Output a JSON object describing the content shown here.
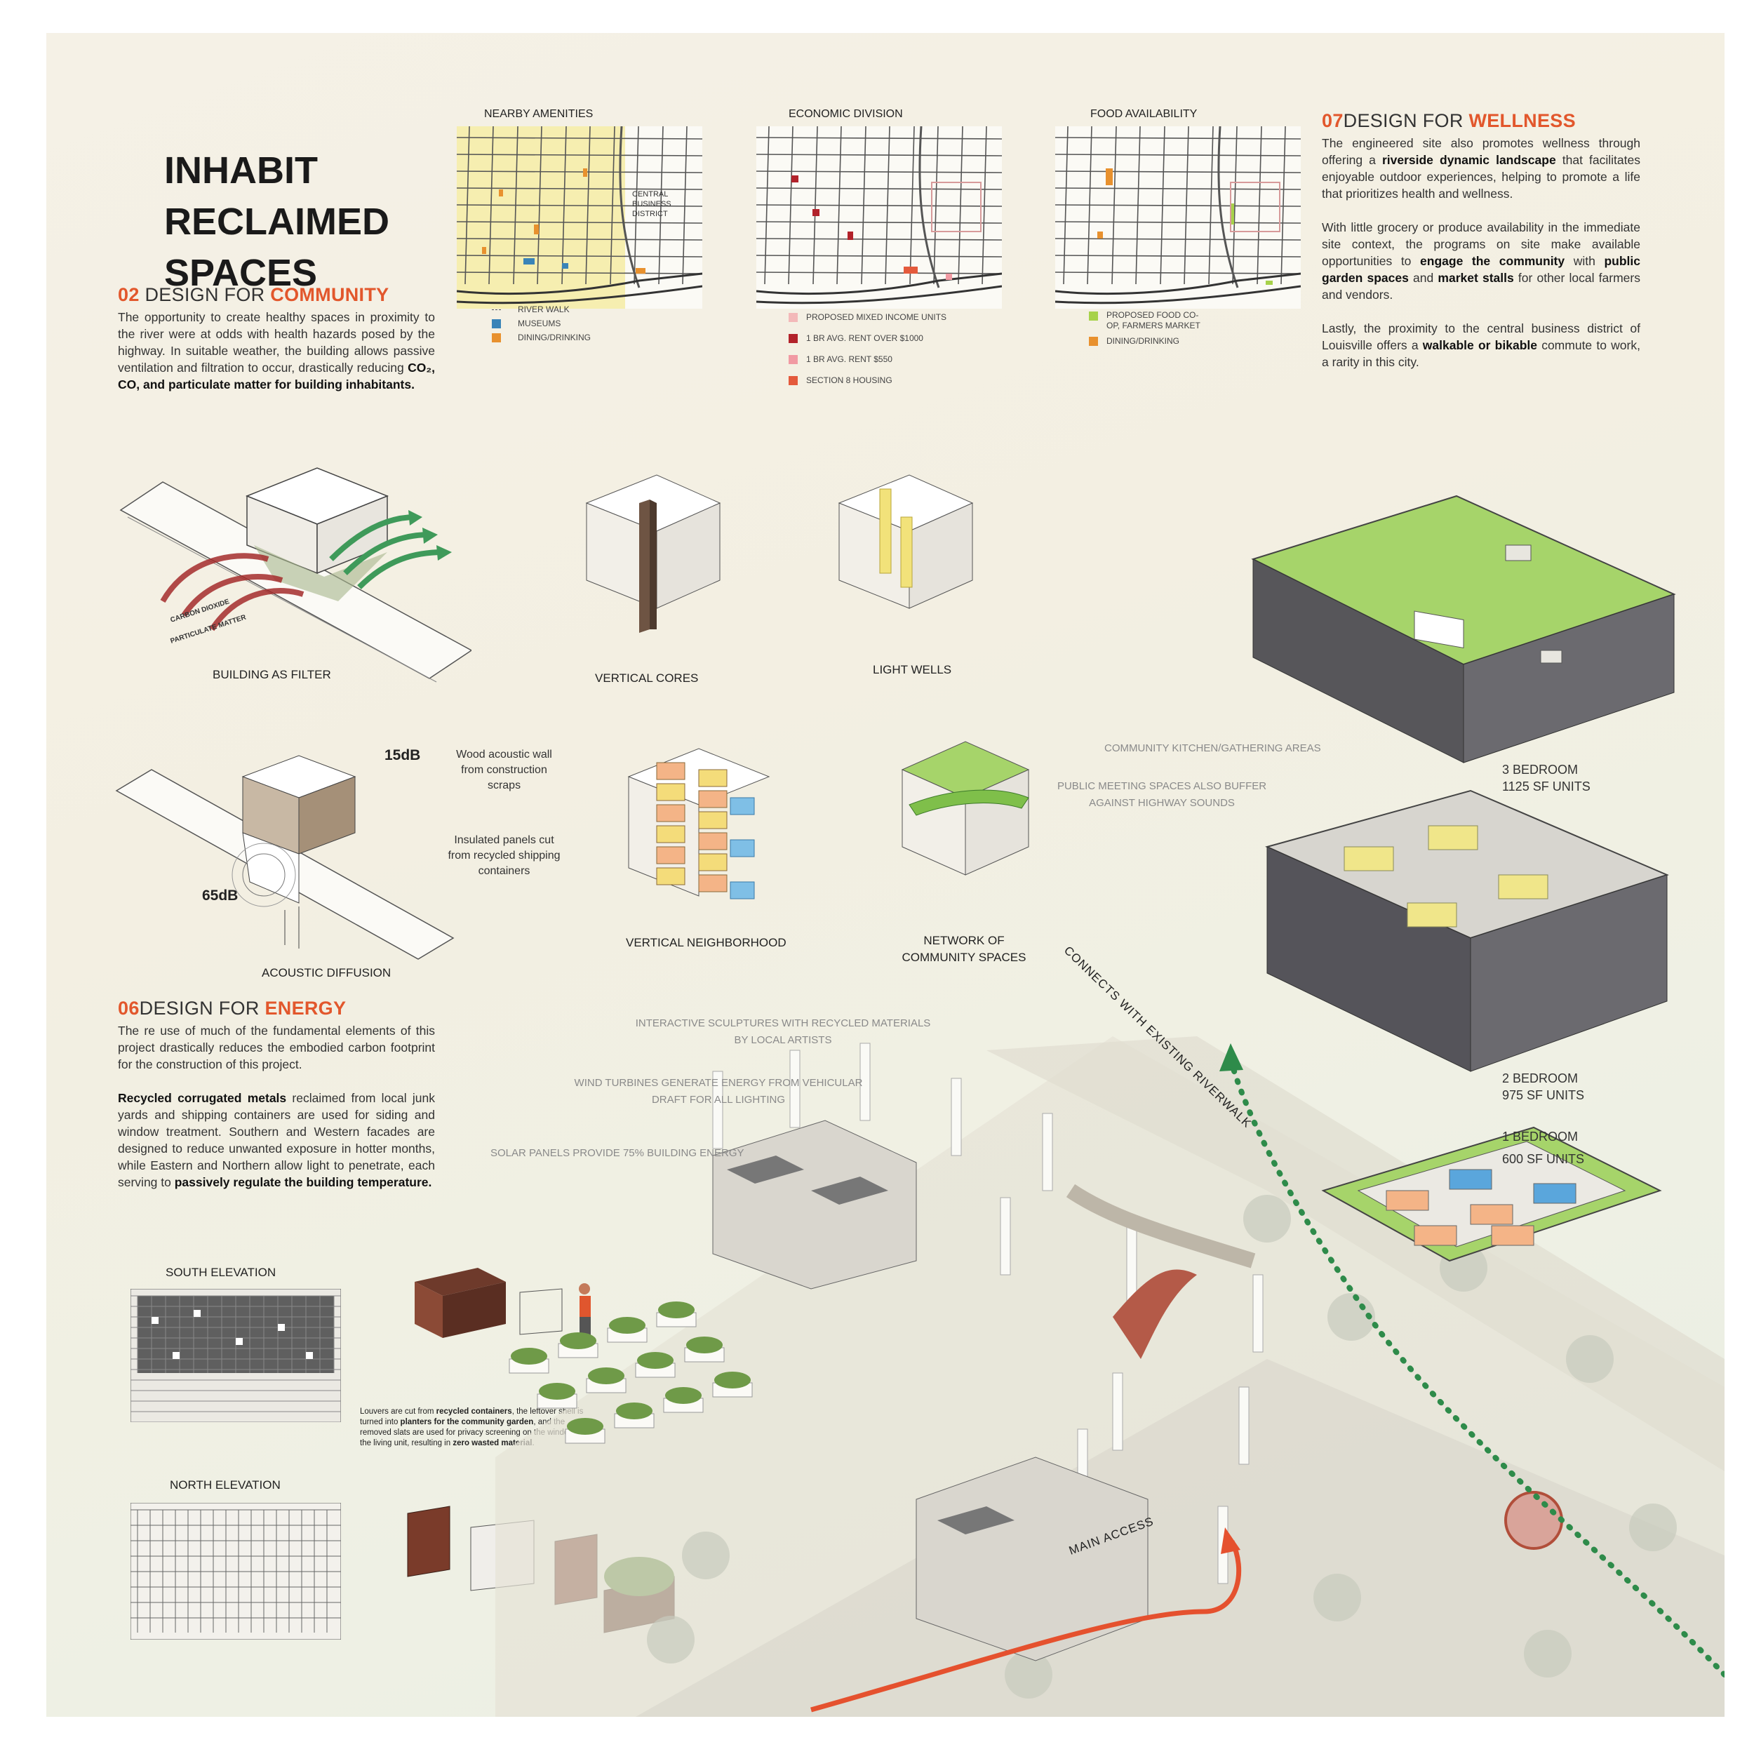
{
  "title": [
    "INHABIT",
    "RECLAIMED",
    "SPACES"
  ],
  "community": {
    "num": "02",
    "prefix": " DESIGN FOR ",
    "kw": "COMMUNITY",
    "body": "The opportunity to create healthy spaces in proximity to the river were at odds with health hazards posed by the highway. In suitable weather, the building allows passive ventilation and filtration to occur, drastically reducing ",
    "body_bold": "CO₂, CO, and particulate matter for building inhabitants."
  },
  "maps": [
    {
      "label": "NEARBY AMENITIES",
      "legend": [
        {
          "text": "RIVER WALK",
          "color": ""
        },
        {
          "text": "MUSEUMS",
          "color": "#3a84b8"
        },
        {
          "text": "DINING/DRINKING",
          "color": "#e8912e"
        }
      ],
      "inset": "CENTRAL BUSINESS DISTRICT"
    },
    {
      "label": "ECONOMIC DIVISION",
      "legend": [
        {
          "text": "PROPOSED MIXED INCOME UNITS",
          "color": "#f3b9b9"
        },
        {
          "text": "1 BR AVG. RENT OVER $1000",
          "color": "#b2222a"
        },
        {
          "text": "1 BR AVG. RENT $550",
          "color": "#f19aa3"
        },
        {
          "text": "SECTION 8 HOUSING",
          "color": "#e45a3c"
        }
      ]
    },
    {
      "label": "FOOD AVAILABILITY",
      "legend": [
        {
          "text": "PROPOSED FOOD CO-OP, FARMERS MARKET",
          "color": "#a7d24a"
        },
        {
          "text": "DINING/DRINKING",
          "color": "#e8912e"
        }
      ]
    }
  ],
  "wellness": {
    "num": "07",
    "prefix": "DESIGN FOR ",
    "kw": "WELLNESS",
    "p1a": "The engineered site also promotes wellness through offering a ",
    "p1b": "riverside dynamic landscape",
    "p1c": " that facilitates enjoyable outdoor experiences, helping to promote a life that prioritizes health and wellness.",
    "p2a": "With little grocery or produce availability in the immediate site context, the programs on site make available opportunities to ",
    "p2b": "engage the community",
    "p2c": " with ",
    "p2d": "public garden spaces",
    "p2e": " and ",
    "p2f": "market stalls",
    "p2g": " for other local farmers and vendors.",
    "p3a": "Lastly, the proximity to the central business district of Louisville offers a ",
    "p3b": "walkable or bikable",
    "p3c": " commute to work, a rarity in this city."
  },
  "diagrams": {
    "filter": "BUILDING AS FILTER",
    "filter_tags": [
      "CARBON DIOXIDE",
      "PARTICULATE MATTER"
    ],
    "cores": "VERTICAL CORES",
    "wells": "LIGHT WELLS",
    "acoustic": "ACOUSTIC DIFFUSION",
    "db_high": "15dB",
    "db_low": "65dB",
    "wood_note": "Wood acoustic wall from construction scraps",
    "panel_note": "Insulated panels cut from recycled shipping containers",
    "neighborhood": "VERTICAL NEIGHBORHOOD",
    "network": "NETWORK OF COMMUNITY SPACES"
  },
  "energy": {
    "num": "06",
    "prefix": "DESIGN FOR ",
    "kw": "ENERGY",
    "p1": "The re use of much of the fundamental elements of this project drastically reduces the embodied carbon footprint for the construction of this project.",
    "p2a": "Recycled corrugated metals",
    "p2b": " reclaimed from local junk yards and shipping containers are used for siding and window treatment. Southern and Western facades are designed to reduce unwanted exposure in hotter months, while Eastern and Northern allow light to penetrate, each serving to ",
    "p2c": "passively regulate the building temperature."
  },
  "elevations": {
    "south": "SOUTH ELEVATION",
    "north": "NORTH ELEVATION"
  },
  "louvers": {
    "a": "Louvers are cut from ",
    "b": "recycled containers",
    "c": ", the leftover shell is turned into ",
    "d": "planters for the community garden",
    "e": ", and the removed slats are used for privacy screening on the windows of the living unit, resulting in ",
    "f": "zero wasted material",
    "g": "."
  },
  "site_notes": {
    "kitchen": "COMMUNITY KITCHEN/GATHERING AREAS",
    "meeting": "PUBLIC MEETING SPACES ALSO BUFFER AGAINST HIGHWAY SOUNDS",
    "sculptures": "INTERACTIVE SCULPTURES WITH RECYCLED MATERIALS BY LOCAL ARTISTS",
    "turbines": "WIND TURBINES GENERATE ENERGY FROM VEHICULAR DRAFT FOR ALL LIGHTING",
    "solar": "SOLAR PANELS PROVIDE 75% BUILDING ENERGY",
    "riverwalk": "CONNECTS WITH EXISTING RIVERWALK",
    "access": "MAIN ACCESS"
  },
  "units": [
    {
      "name": "3 BEDROOM",
      "size": "1125 SF UNITS"
    },
    {
      "name": "2 BEDROOM",
      "size": "975 SF UNITS"
    },
    {
      "name": "1 BEDROOM",
      "size": "600 SF UNITS"
    }
  ],
  "colors": {
    "accent": "#e2572c",
    "green_roof": "#a6d46a",
    "path_green": "#2e8b4a",
    "access_red": "#e5512e",
    "unit_orange": "#f4b487",
    "unit_blue": "#5aa6dc",
    "unit_yellow": "#f0e68a"
  }
}
